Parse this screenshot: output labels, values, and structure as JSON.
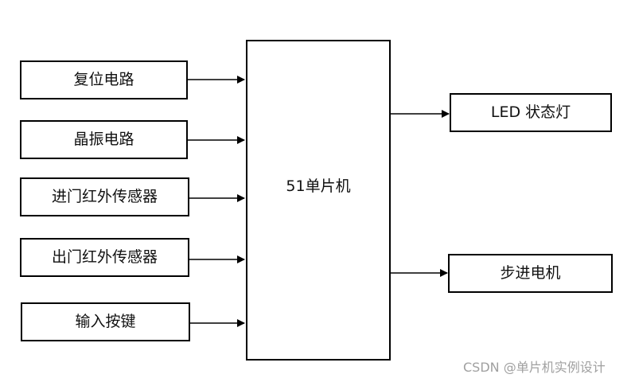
{
  "inputs": [
    {
      "label": "复位电路"
    },
    {
      "label": "晶振电路"
    },
    {
      "label": "进门红外传感器"
    },
    {
      "label": "出门红外传感器"
    },
    {
      "label": "输入按键"
    }
  ],
  "mcu": {
    "label": "51单片机"
  },
  "outputs": [
    {
      "label": "LED 状态灯"
    },
    {
      "label": "步进电机"
    }
  ],
  "watermark": "CSDN @单片机实例设计",
  "colors": {
    "line": "#000000",
    "watermark": "#a0a0a0"
  }
}
